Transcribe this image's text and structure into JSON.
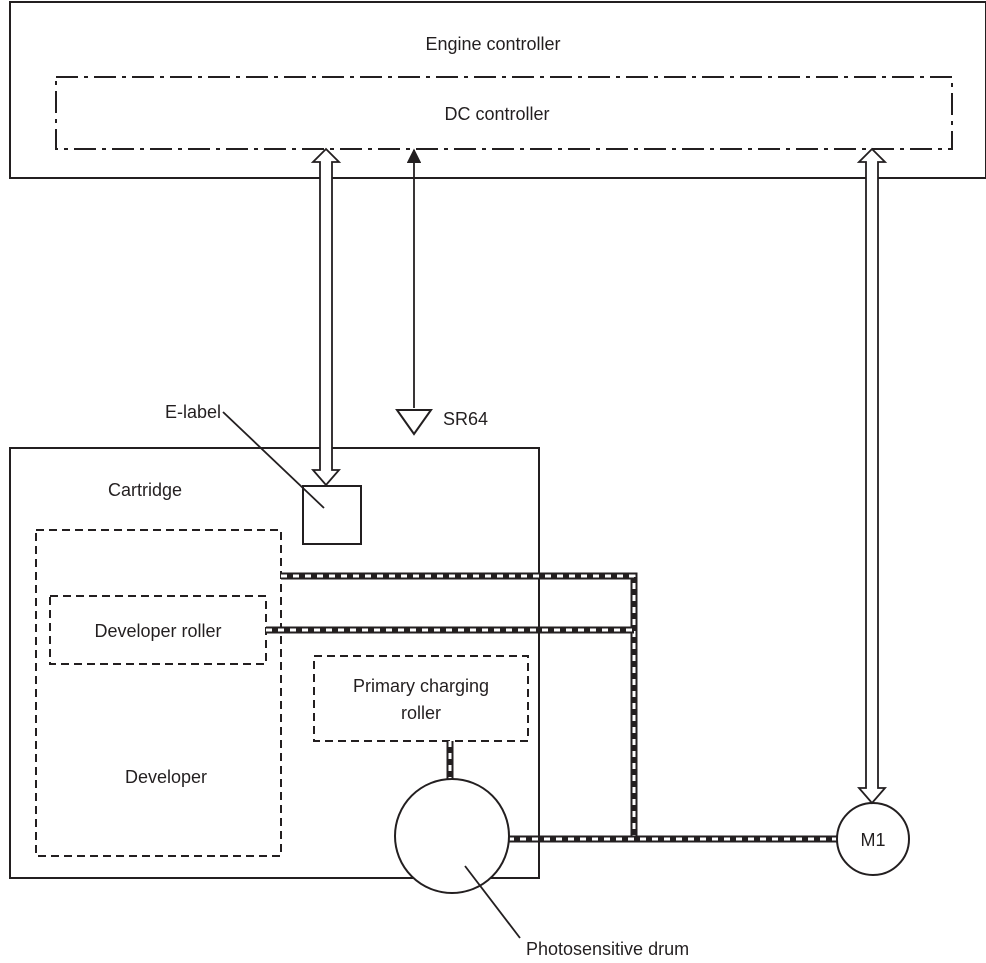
{
  "engine_controller": {
    "label": "Engine controller"
  },
  "dc_controller": {
    "label": "DC controller"
  },
  "sensor": {
    "label": "SR64"
  },
  "cartridge": {
    "label": "Cartridge"
  },
  "e_label": {
    "label": "E-label"
  },
  "developer": {
    "label": "Developer"
  },
  "developer_roller": {
    "label": "Developer roller"
  },
  "primary_charging_roller": {
    "line1": "Primary charging",
    "line2": "roller"
  },
  "photosensitive_drum": {
    "label": "Photosensitive drum"
  },
  "motor": {
    "label": "M1"
  }
}
